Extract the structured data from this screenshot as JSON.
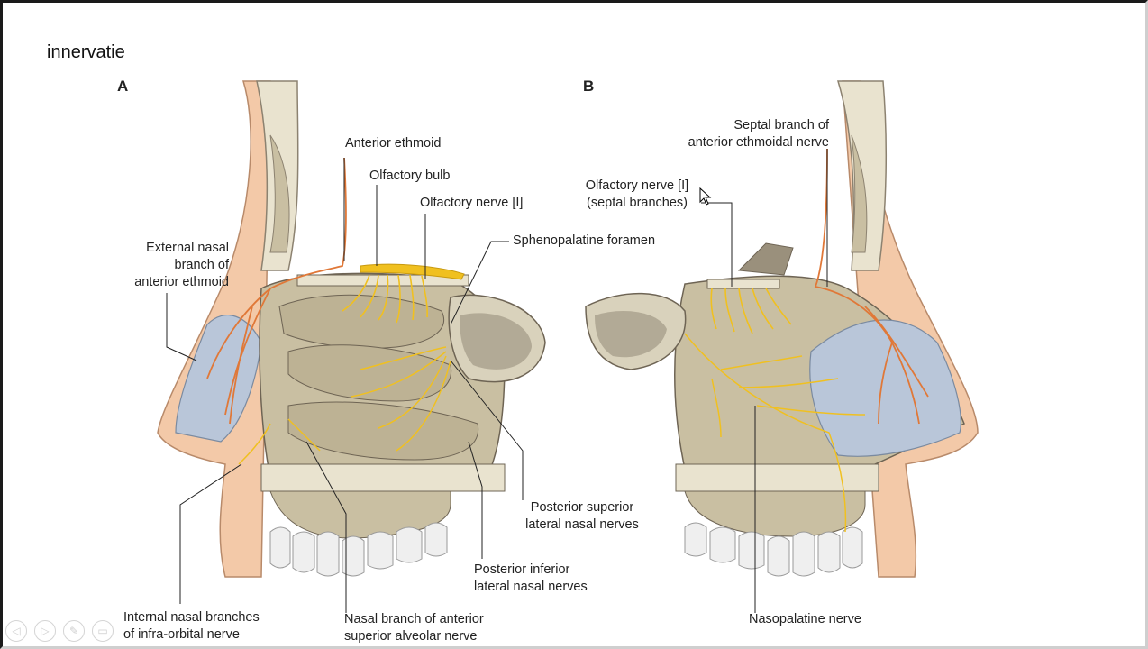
{
  "slide": {
    "title": "innervatie"
  },
  "panels": {
    "a": "A",
    "b": "B"
  },
  "labels_a": {
    "anterior_ethmoid": "Anterior ethmoid",
    "olfactory_bulb": "Olfactory bulb",
    "olfactory_nerve": "Olfactory nerve [I]",
    "sphenopalatine_foramen": "Sphenopalatine foramen",
    "external_nasal_1": "External nasal",
    "external_nasal_2": "branch of",
    "external_nasal_3": "anterior ethmoid",
    "post_sup_1": "Posterior superior",
    "post_sup_2": "lateral nasal nerves",
    "post_inf_1": "Posterior inferior",
    "post_inf_2": "lateral nasal nerves",
    "internal_nasal_1": "Internal nasal branches",
    "internal_nasal_2": "of infra-orbital nerve",
    "nasal_branch_1": "Nasal branch of anterior",
    "nasal_branch_2": "superior alveolar nerve"
  },
  "labels_b": {
    "septal_1": "Septal branch of",
    "septal_2": "anterior ethmoidal nerve",
    "olf_septal_1": "Olfactory nerve [I]",
    "olf_septal_2": "(septal branches)",
    "nasopalatine": "Nasopalatine nerve"
  },
  "nav": {
    "prev": "◁",
    "next": "▷",
    "pen": "✎",
    "menu": "▭"
  },
  "colors": {
    "bone": "#c9bfa2",
    "bone_dark": "#8c8270",
    "cartilage": "#b9c6d9",
    "skin": "#f3c9a8",
    "nerve_yellow": "#f0c020",
    "nerve_orange": "#e07838",
    "teeth": "#efefef"
  }
}
